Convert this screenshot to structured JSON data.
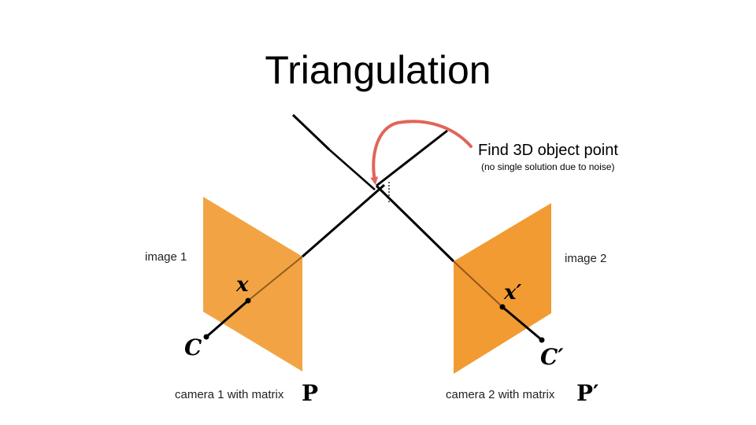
{
  "title": "Triangulation",
  "annotation": {
    "main": "Find 3D object point",
    "sub": "(no single solution due to noise)"
  },
  "image1": {
    "label": "image 1",
    "point_label": "x",
    "center_label": "C",
    "camera_caption": "camera 1 with matrix",
    "matrix_symbol": "P"
  },
  "image2": {
    "label": "image 2",
    "point_label": "x′",
    "center_label": "C′",
    "camera_caption": "camera 2 with matrix",
    "matrix_symbol": "P′"
  },
  "colors": {
    "plane_left": "#f2a444",
    "plane_right": "#f29b33",
    "arrow": "#e2645a",
    "ray": "#000000"
  }
}
